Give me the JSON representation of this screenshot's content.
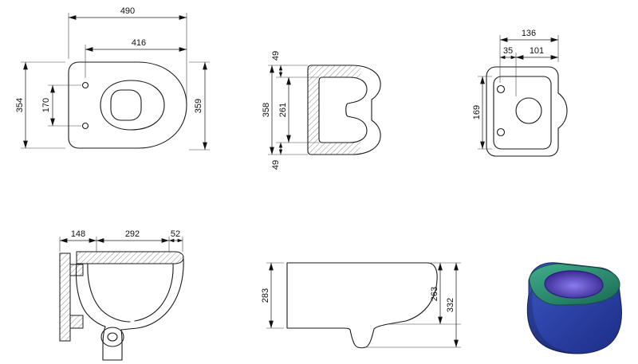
{
  "views": {
    "plan": {
      "dims": {
        "overall_length": "490",
        "bowl_length": "416",
        "overall_width": "354",
        "hole_spacing": "170",
        "body_width": "359"
      }
    },
    "front_section": {
      "dims": {
        "rim_top": "49",
        "total_height": "358",
        "inner_height": "261",
        "rim_bottom": "49"
      }
    },
    "rear": {
      "dims": {
        "width": "136",
        "offset_small": "35",
        "offset_large": "101",
        "height": "169"
      }
    },
    "side_section": {
      "dims": {
        "wall_zone": "148",
        "body_zone": "292",
        "front_zone": "52"
      }
    },
    "side_elevation": {
      "dims": {
        "rear_height": "283",
        "front_height": "263",
        "total_height": "332"
      }
    },
    "render3d": {
      "colors": {
        "body_light": "#3a55c4",
        "body_dark": "#1d2d85",
        "top_light": "#3fae8d",
        "top_dark": "#1e6f58",
        "bowl_light": "#8a7cf0",
        "bowl_dark": "#251378"
      }
    }
  }
}
